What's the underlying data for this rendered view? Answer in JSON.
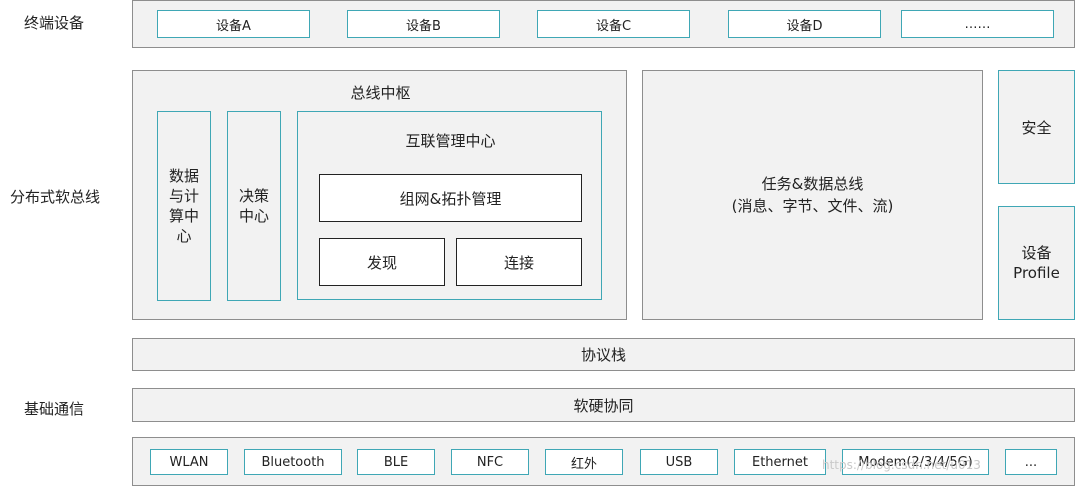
{
  "rows": {
    "terminal_label": "终端设备",
    "softbus_label": "分布式软总线",
    "basic_comm_label": "基础通信"
  },
  "devices": [
    "设备A",
    "设备B",
    "设备C",
    "设备D",
    "……"
  ],
  "bus_hub": {
    "title": "总线中枢",
    "data_compute_center": "数据与计算中心",
    "decision_center": "决策中心",
    "interconnect_center": {
      "title": "互联管理中心",
      "networking": "组网&拓扑管理",
      "discovery": "发现",
      "connection": "连接"
    }
  },
  "task_bus": {
    "line1": "任务&数据总线",
    "line2": "(消息、字节、文件、流)"
  },
  "security": "安全",
  "device_profile": {
    "line1": "设备",
    "line2": "Profile"
  },
  "protocol_stack": "协议栈",
  "hw_sw_collab": "软硬协同",
  "comm_tech": [
    "WLAN",
    "Bluetooth",
    "BLE",
    "NFC",
    "红外",
    "USB",
    "Ethernet",
    "Modem(2/3/4/5G)",
    "..."
  ],
  "watermark": "https://blog.csdn.net/u013"
}
